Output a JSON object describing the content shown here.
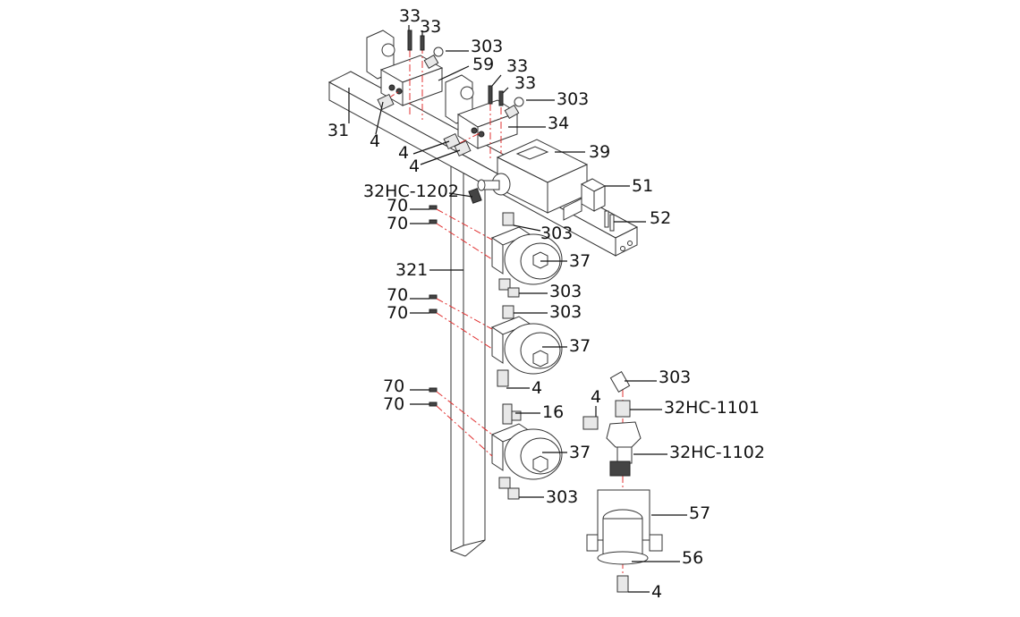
{
  "diagram": {
    "title": "",
    "type": "exploded-assembly",
    "callouts": [
      {
        "id": "c1",
        "label": "33"
      },
      {
        "id": "c2",
        "label": "33"
      },
      {
        "id": "c3",
        "label": "303"
      },
      {
        "id": "c4",
        "label": "59"
      },
      {
        "id": "c5",
        "label": "33"
      },
      {
        "id": "c6",
        "label": "33"
      },
      {
        "id": "c7",
        "label": "303"
      },
      {
        "id": "c8",
        "label": "34"
      },
      {
        "id": "c9",
        "label": "31"
      },
      {
        "id": "c10",
        "label": "4"
      },
      {
        "id": "c11",
        "label": "4"
      },
      {
        "id": "c12",
        "label": "4"
      },
      {
        "id": "c13",
        "label": "39"
      },
      {
        "id": "c14",
        "label": "32HC-1202"
      },
      {
        "id": "c15",
        "label": "51"
      },
      {
        "id": "c16",
        "label": "70"
      },
      {
        "id": "c17",
        "label": "70"
      },
      {
        "id": "c18",
        "label": "52"
      },
      {
        "id": "c19",
        "label": "303"
      },
      {
        "id": "c20",
        "label": "321"
      },
      {
        "id": "c21",
        "label": "37"
      },
      {
        "id": "c22",
        "label": "70"
      },
      {
        "id": "c23",
        "label": "303"
      },
      {
        "id": "c24",
        "label": "70"
      },
      {
        "id": "c25",
        "label": "303"
      },
      {
        "id": "c26",
        "label": "37"
      },
      {
        "id": "c27",
        "label": "4"
      },
      {
        "id": "c28",
        "label": "303"
      },
      {
        "id": "c29",
        "label": "70"
      },
      {
        "id": "c30",
        "label": "4"
      },
      {
        "id": "c31",
        "label": "32HC-1101"
      },
      {
        "id": "c32",
        "label": "70"
      },
      {
        "id": "c33",
        "label": "16"
      },
      {
        "id": "c34",
        "label": "32HC-1102"
      },
      {
        "id": "c35",
        "label": "37"
      },
      {
        "id": "c36",
        "label": "303"
      },
      {
        "id": "c37",
        "label": "57"
      },
      {
        "id": "c38",
        "label": "56"
      },
      {
        "id": "c39",
        "label": "4"
      }
    ]
  }
}
